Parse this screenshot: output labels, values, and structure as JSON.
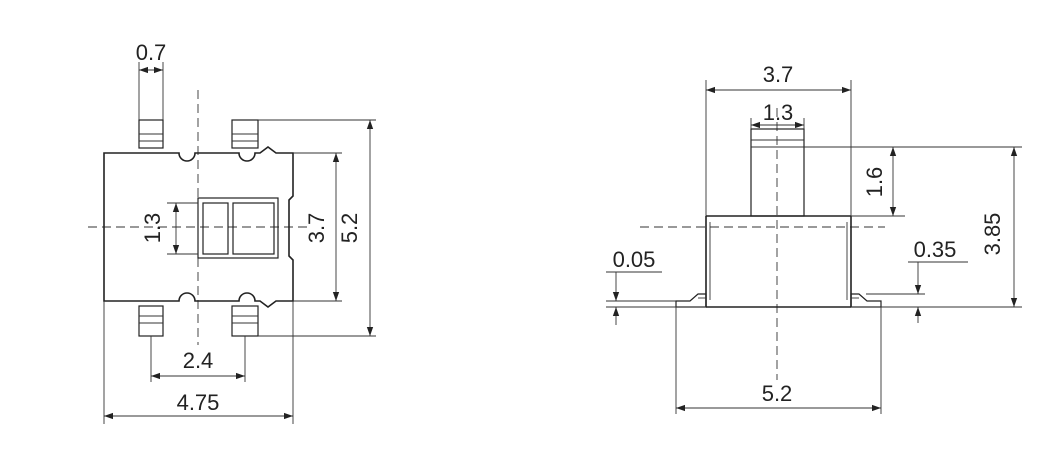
{
  "top_view": {
    "dims": {
      "lead_width": "0.7",
      "button_height": "1.3",
      "body_height": "3.7",
      "overall_height": "5.2",
      "lead_pitch": "2.4",
      "body_width": "4.75"
    }
  },
  "side_view": {
    "dims": {
      "body_width": "3.7",
      "button_width": "1.3",
      "button_protrusion": "1.6",
      "overall_height": "3.85",
      "lead_offset": "0.05",
      "lead_height": "0.35",
      "lead_span": "5.2"
    }
  }
}
